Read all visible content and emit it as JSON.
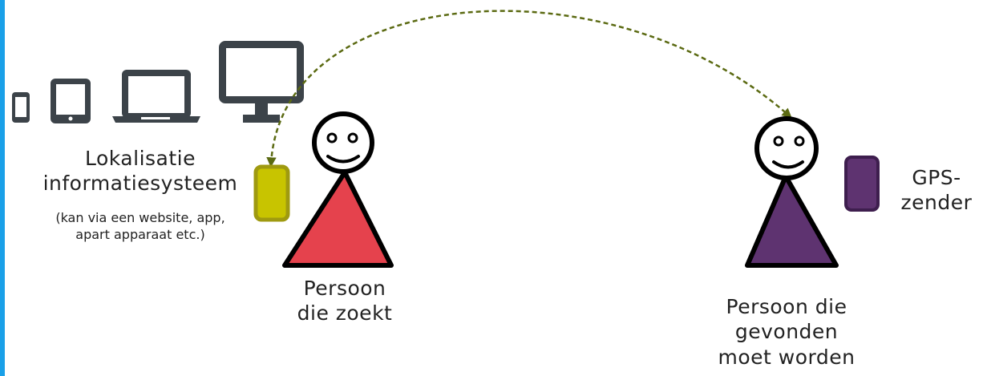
{
  "colors": {
    "accent_bar": "#1aa0e8",
    "device_dark": "#3c4349",
    "arrow": "#5b6a12",
    "seeker_body": "#e5424d",
    "target_body": "#5e3370",
    "seeker_device_fill": "#c8c400",
    "seeker_device_border": "#9f9a10",
    "gps_device_fill": "#5e3370",
    "gps_device_border": "#3e1e4e",
    "outline": "#000000"
  },
  "icons": [
    "phone-icon",
    "tablet-icon",
    "laptop-icon",
    "monitor-icon",
    "face-icon",
    "gps-device-icon"
  ],
  "system": {
    "title_lines": [
      "Lokalisatie",
      "informatiesysteem"
    ],
    "subtitle_lines": [
      "(kan via een website, app,",
      "apart apparaat etc.)"
    ]
  },
  "seeker": {
    "label_lines": [
      "Persoon",
      "die zoekt"
    ]
  },
  "target": {
    "label_lines": [
      "Persoon die",
      "gevonden",
      "moet worden"
    ]
  },
  "gps": {
    "label_lines": [
      "GPS-",
      "zender"
    ]
  }
}
